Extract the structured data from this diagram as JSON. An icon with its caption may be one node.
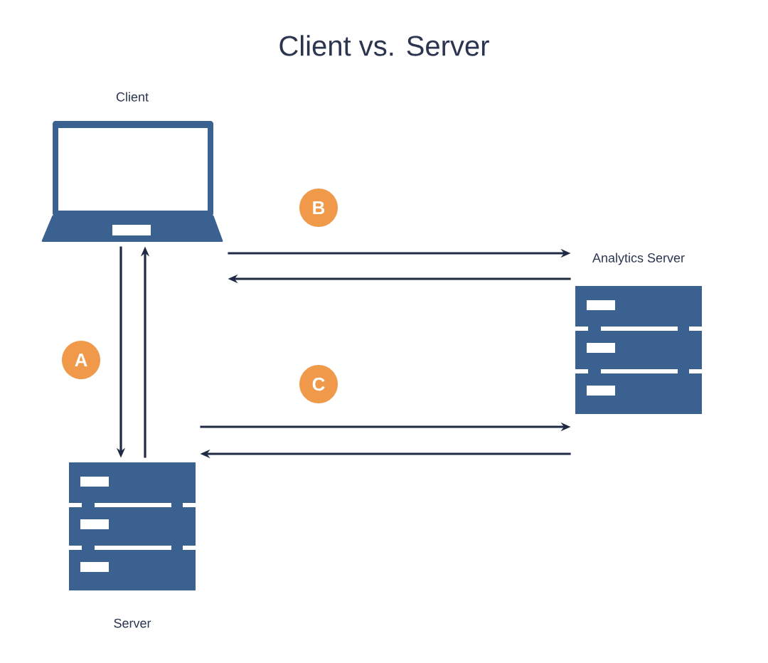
{
  "diagram": {
    "title": "Client vs. Server",
    "nodes": [
      {
        "text": [
          "Client"
        ]
      },
      {
        "text": [
          "Server"
        ]
      },
      {
        "text": [
          "Analytics Server"
        ]
      },
      {
        "text": [
          "A"
        ]
      },
      {
        "text": [
          "B"
        ]
      },
      {
        "text": [
          "C"
        ]
      }
    ],
    "edges": [
      {
        "from": 0,
        "to": 1,
        "arrow": "to"
      },
      {
        "from": 1,
        "to": 0,
        "arrow": "to"
      },
      {
        "from": 0,
        "to": 2,
        "arrow": "to"
      },
      {
        "from": 2,
        "to": 0,
        "arrow": "to"
      },
      {
        "from": 1,
        "to": 2,
        "arrow": "to"
      },
      {
        "from": 2,
        "to": 1,
        "arrow": "to"
      }
    ]
  }
}
